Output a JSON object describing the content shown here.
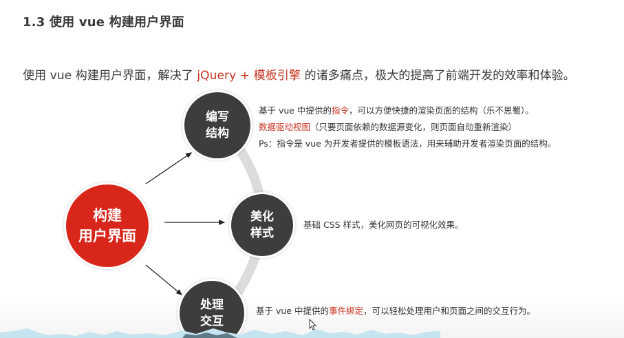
{
  "title": "1.3 使用 vue 构建用户界面",
  "intro": {
    "prefix": "使用 vue 构建用户界面，解决了 ",
    "highlight": "jQuery + 模板引擎",
    "suffix": " 的诸多痛点，极大的提高了前端开发的效率和体验。"
  },
  "diagram": {
    "main_node": {
      "line1": "构建",
      "line2": "用户界面",
      "color": "#d9261a"
    },
    "nodes": [
      {
        "line1": "编写",
        "line2": "结构",
        "descriptions": [
          {
            "prefix": "基于 vue 中提供的",
            "highlight": "指令",
            "suffix": "，可以方便快捷的渲染页面的结构（乐不思蜀）。"
          },
          {
            "prefix": "",
            "highlight": "数据驱动视图",
            "suffix": "（只要页面依赖的数据源变化，则页面自动重新渲染）"
          },
          {
            "prefix": "Ps：指令是 vue 为开发者提供的模板语法，用来辅助开发者渲染页面的结构。",
            "highlight": "",
            "suffix": ""
          }
        ]
      },
      {
        "line1": "美化",
        "line2": "样式",
        "descriptions": [
          {
            "prefix": "基础 CSS 样式，美化网页的可视化效果。",
            "highlight": "",
            "suffix": ""
          }
        ]
      },
      {
        "line1": "处理",
        "line2": "交互",
        "descriptions": [
          {
            "prefix": "基于 vue 中提供的",
            "highlight": "事件绑定",
            "suffix": "，可以轻松处理用户和页面之间的交互行为。"
          }
        ]
      }
    ],
    "node_color": "#3d3d3d",
    "arc_color": "#dcdcdc",
    "accent_color": "#c8321e"
  }
}
